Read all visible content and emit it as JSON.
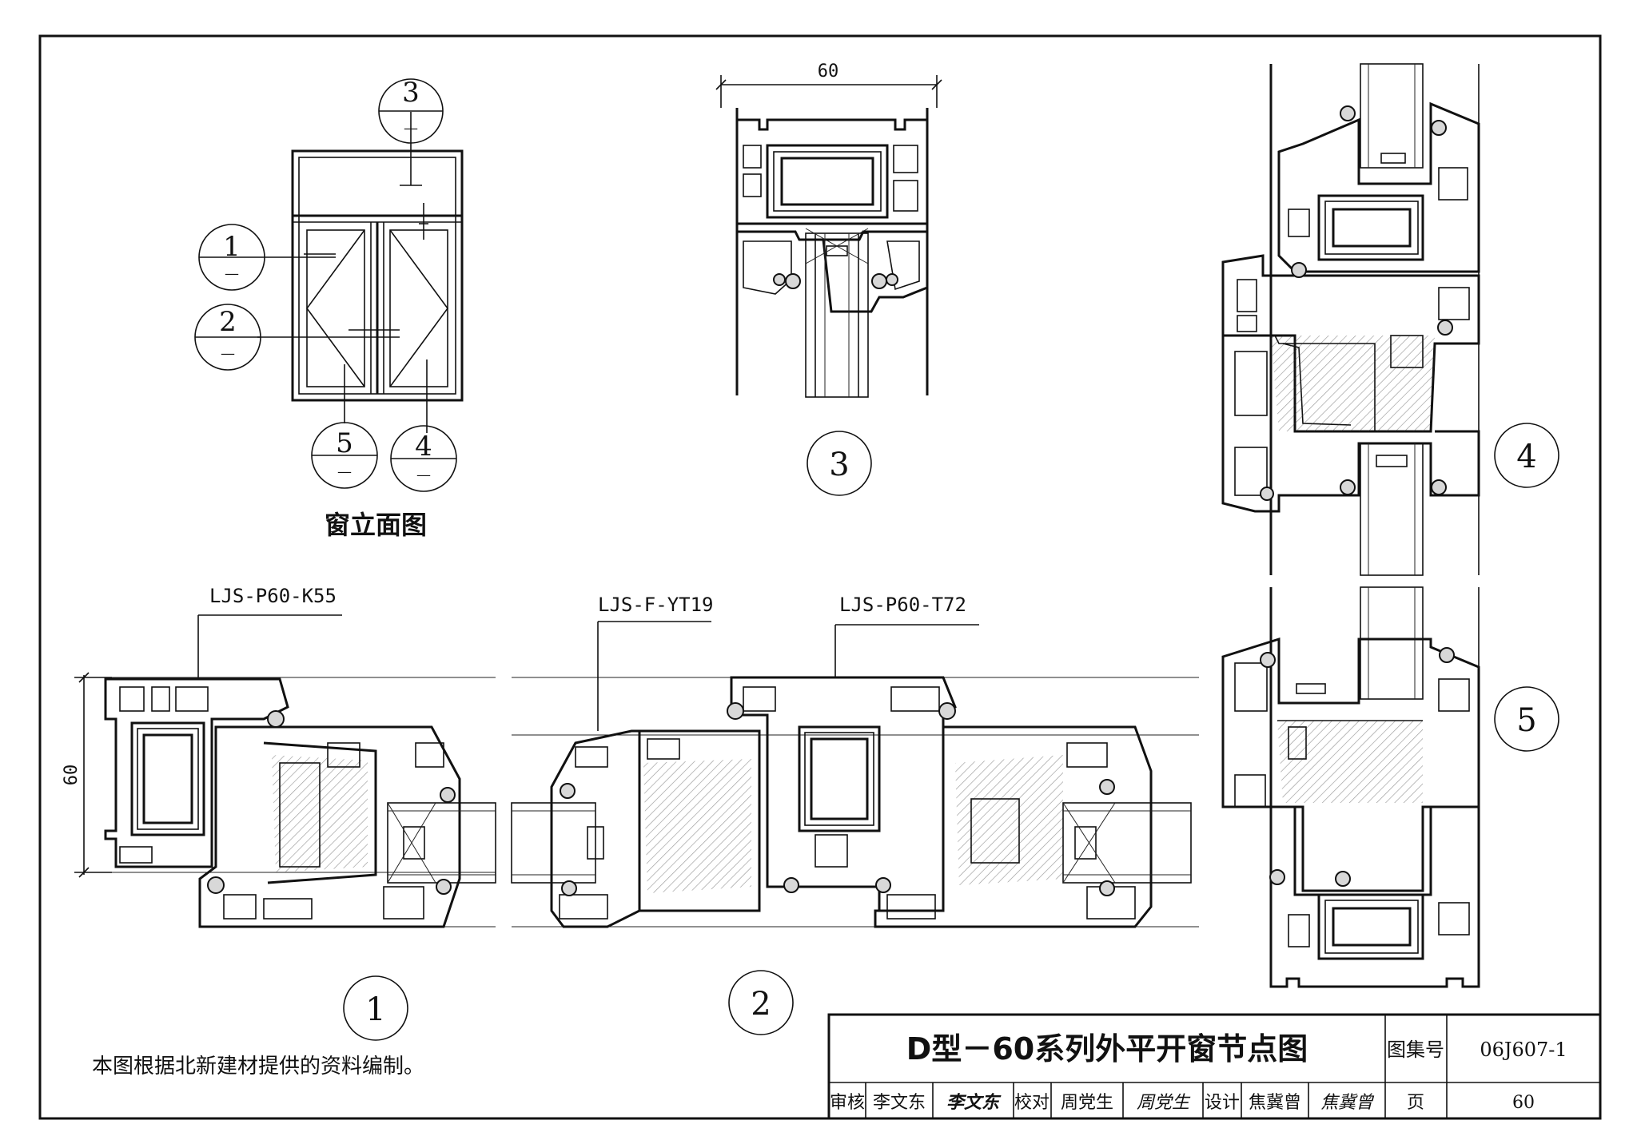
{
  "elevation": {
    "title": "窗立面图",
    "callouts": [
      {
        "num": "1",
        "sub": "—"
      },
      {
        "num": "2",
        "sub": "—"
      },
      {
        "num": "3",
        "sub": "—"
      },
      {
        "num": "4",
        "sub": "—"
      },
      {
        "num": "5",
        "sub": "—"
      }
    ]
  },
  "dimensions": {
    "detail3_width": "60",
    "detail1_height": "60"
  },
  "profiles": {
    "frame": "LJS-P60-K55",
    "mullion_sash": "LJS-F-YT19",
    "sash": "LJS-P60-T72"
  },
  "detail_labels": {
    "d1": "1",
    "d2": "2",
    "d3": "3",
    "d4": "4",
    "d5": "5"
  },
  "note": "本图根据北新建材提供的资料编制。",
  "title_block": {
    "title": "D型－60系列外平开窗节点图",
    "atlas_label": "图集号",
    "atlas_no": "06J607-1",
    "review_label": "审核",
    "reviewer": "李文东",
    "reviewer_sig": "李文东",
    "check_label": "校对",
    "checker": "周党生",
    "checker_sig": "周党生",
    "design_label": "设计",
    "designer": "焦冀曾",
    "designer_sig": "焦冀曾",
    "page_label": "页",
    "page_no": "60"
  }
}
